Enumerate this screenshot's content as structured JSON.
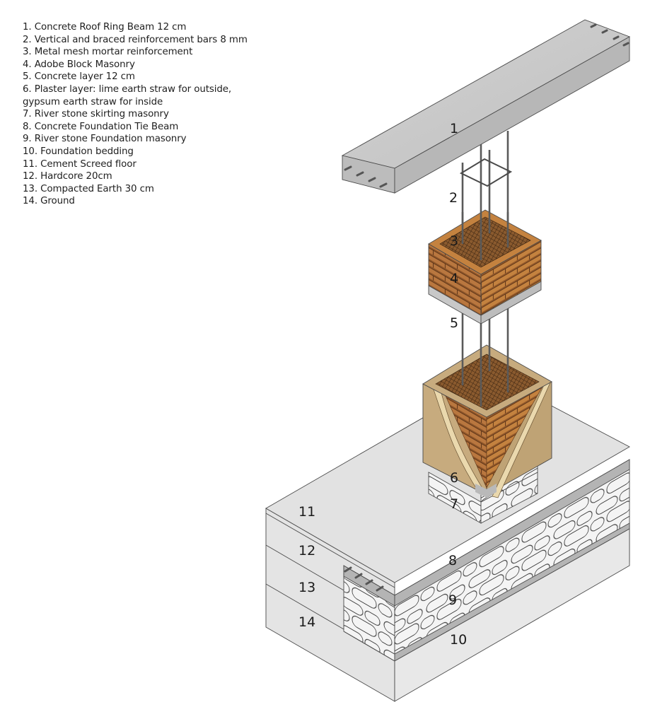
{
  "legend": {
    "items": [
      "1. Concrete Roof Ring Beam 12 cm",
      "2. Vertical and braced reinforcement bars 8 mm",
      "3. Metal mesh mortar reinforcement",
      "4. Adobe Block Masonry",
      "5. Concrete layer 12 cm",
      "6. Plaster layer: lime earth straw for outside,",
      "gypsum earth straw for inside",
      "7. River stone skirting masonry",
      "8. Concrete Foundation Tie Beam",
      "9. River stone Foundation masonry",
      "10. Foundation bedding",
      "11. Cement Screed floor",
      "12. Hardcore 20cm",
      "13. Compacted Earth 30 cm",
      "14. Ground"
    ]
  },
  "callouts": {
    "n1": "1",
    "n2": "2",
    "n3": "3",
    "n4": "4",
    "n5": "5",
    "n6": "6",
    "n7": "7",
    "n8": "8",
    "n9": "9",
    "n10": "10",
    "n11": "11",
    "n12": "12",
    "n13": "13",
    "n14": "14"
  },
  "colors": {
    "concrete": "#c9c9c9",
    "screed": "#e2e2e2",
    "adobe": "#b9773f",
    "plaster": "#c7ab7e",
    "plaster_inner": "#ead8ad",
    "stone_bg": "#f3f3f3",
    "rebar": "#555555"
  }
}
